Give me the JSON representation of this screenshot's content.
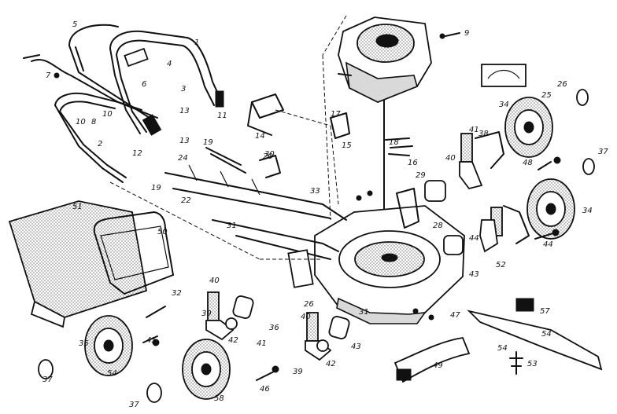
{
  "diagram": {
    "callouts": [
      {
        "id": "c1",
        "label": "1"
      },
      {
        "id": "c2",
        "label": "2"
      },
      {
        "id": "c3",
        "label": "3"
      },
      {
        "id": "c4",
        "label": "4"
      },
      {
        "id": "c5",
        "label": "5"
      },
      {
        "id": "c6",
        "label": "6"
      },
      {
        "id": "c7",
        "label": "7"
      },
      {
        "id": "c8",
        "label": "8"
      },
      {
        "id": "c9",
        "label": "9"
      },
      {
        "id": "c10",
        "label": "10"
      },
      {
        "id": "c10b",
        "label": "10"
      },
      {
        "id": "c11",
        "label": "11"
      },
      {
        "id": "c12",
        "label": "12"
      },
      {
        "id": "c13",
        "label": "13"
      },
      {
        "id": "c13b",
        "label": "13"
      },
      {
        "id": "c14",
        "label": "14"
      },
      {
        "id": "c15",
        "label": "15"
      },
      {
        "id": "c16",
        "label": "16"
      },
      {
        "id": "c17",
        "label": "17"
      },
      {
        "id": "c18",
        "label": "18"
      },
      {
        "id": "c19",
        "label": "19"
      },
      {
        "id": "c19b",
        "label": "19"
      },
      {
        "id": "c20",
        "label": "20"
      },
      {
        "id": "c22",
        "label": "22"
      },
      {
        "id": "c24",
        "label": "24"
      },
      {
        "id": "c25",
        "label": "25"
      },
      {
        "id": "c26",
        "label": "26"
      },
      {
        "id": "c26b",
        "label": "26"
      },
      {
        "id": "c28",
        "label": "28"
      },
      {
        "id": "c29",
        "label": "29"
      },
      {
        "id": "c30",
        "label": "30"
      },
      {
        "id": "c31",
        "label": "31"
      },
      {
        "id": "c31b",
        "label": "31"
      },
      {
        "id": "c32",
        "label": "32"
      },
      {
        "id": "c33",
        "label": "33"
      },
      {
        "id": "c34",
        "label": "34"
      },
      {
        "id": "c34b",
        "label": "34"
      },
      {
        "id": "c35",
        "label": "35"
      },
      {
        "id": "c36",
        "label": "36"
      },
      {
        "id": "c37",
        "label": "37"
      },
      {
        "id": "c37b",
        "label": "37"
      },
      {
        "id": "c37c",
        "label": "37"
      },
      {
        "id": "c38",
        "label": "38"
      },
      {
        "id": "c39",
        "label": "39"
      },
      {
        "id": "c39b",
        "label": "39"
      },
      {
        "id": "c40",
        "label": "40"
      },
      {
        "id": "c40b",
        "label": "40"
      },
      {
        "id": "c40c",
        "label": "40"
      },
      {
        "id": "c41",
        "label": "41"
      },
      {
        "id": "c41b",
        "label": "41"
      },
      {
        "id": "c42",
        "label": "42"
      },
      {
        "id": "c42b",
        "label": "42"
      },
      {
        "id": "c43",
        "label": "43"
      },
      {
        "id": "c43b",
        "label": "43"
      },
      {
        "id": "c44",
        "label": "44"
      },
      {
        "id": "c44b",
        "label": "44"
      },
      {
        "id": "c45",
        "label": "45"
      },
      {
        "id": "c46",
        "label": "46"
      },
      {
        "id": "c47",
        "label": "47"
      },
      {
        "id": "c48",
        "label": "48"
      },
      {
        "id": "c49",
        "label": "49"
      },
      {
        "id": "c50",
        "label": "50"
      },
      {
        "id": "c51",
        "label": "51"
      },
      {
        "id": "c52",
        "label": "52"
      },
      {
        "id": "c53",
        "label": "53"
      },
      {
        "id": "c54",
        "label": "54"
      },
      {
        "id": "c54b",
        "label": "54"
      },
      {
        "id": "c54c",
        "label": "54"
      },
      {
        "id": "c57",
        "label": "57"
      },
      {
        "id": "c58",
        "label": "58"
      }
    ]
  }
}
